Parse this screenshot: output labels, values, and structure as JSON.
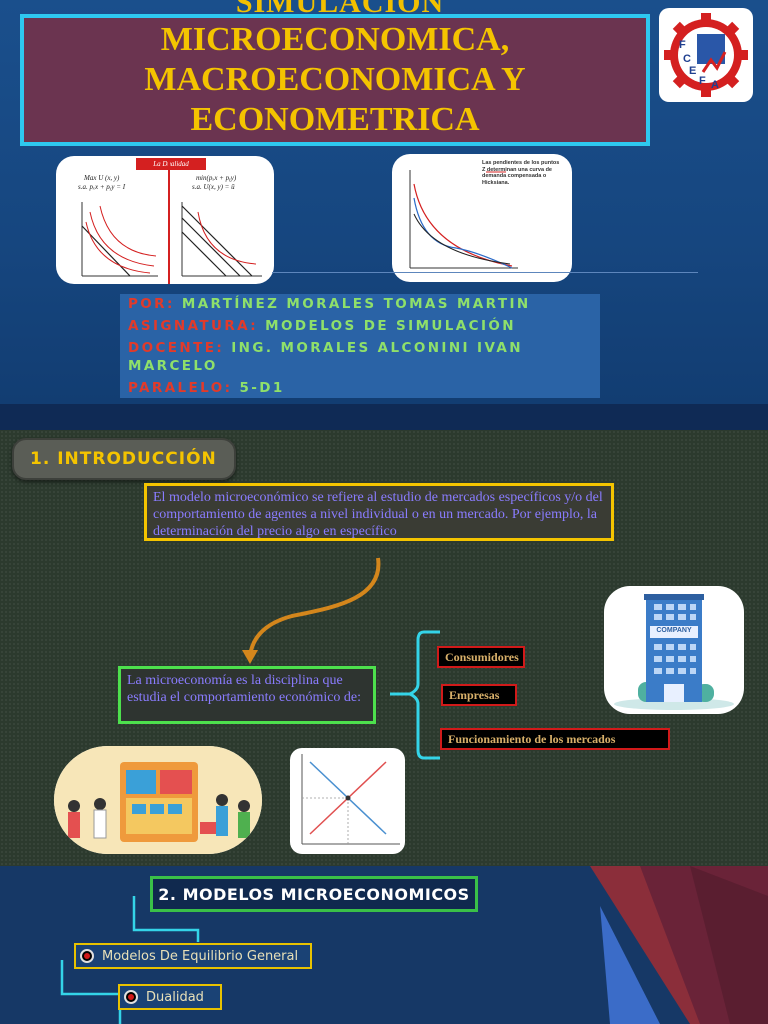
{
  "slide1": {
    "pre_title": "SIMULACIÓN",
    "title_lines": [
      "MICROECONOMICA,",
      "MACROECONOMICA Y",
      "ECONOMETRICA"
    ],
    "logo_text": "FCEFA",
    "thumb1": {
      "header": "La Dualidad",
      "left_formula_1": "Max U (x, y)",
      "left_formula_2": "s.a.  pₓx + pᵧy = I",
      "right_formula_1": "min(pₓx + pᵧy)",
      "right_formula_2": "s.a.  U(x, y) = ū"
    },
    "thumb2": {
      "caption": "Las pendientes de los puntos Z determinan una curva de demanda compensada o Hicksiana."
    },
    "info": {
      "por_label": "POR:",
      "por_value": "MARTÍNEZ MORALES TOMAS MARTIN",
      "asignatura_label": "ASIGNATURA:",
      "asignatura_value": "MODELOS DE SIMULACIÓN",
      "docente_label": "DOCENTE:",
      "docente_value_1": "ING. MORALES ALCONINI IVAN",
      "docente_value_2": "MARCELO",
      "paralelo_label": "PARALELO:",
      "paralelo_value": "5-D1"
    }
  },
  "slide2": {
    "section_title": "1. INTRODUCCIÓN",
    "definition": "El modelo microeconómico se refiere al estudio de mercados específicos y/o del comportamiento de agentes a nivel individual o en un mercado. Por ejemplo, la determinación del precio algo en específico",
    "micro_text": "La microeconomía es la disciplina que estudia el comportamiento económico de:",
    "items": [
      "Consumidores",
      "Empresas",
      "Funcionamiento  de los mercados"
    ],
    "company_label": "COMPANY"
  },
  "slide3": {
    "section_title": "2. MODELOS MICROECONOMICOS",
    "models": [
      "Modelos De Equilibrio General",
      "Dualidad"
    ]
  },
  "colors": {
    "accent_yellow": "#f4c400",
    "title_bg": "#6b3450",
    "cyan_border": "#2ec8f0",
    "label_red": "#e23a2a",
    "value_green": "#8fe06a",
    "text_purple": "#8a7cff"
  }
}
